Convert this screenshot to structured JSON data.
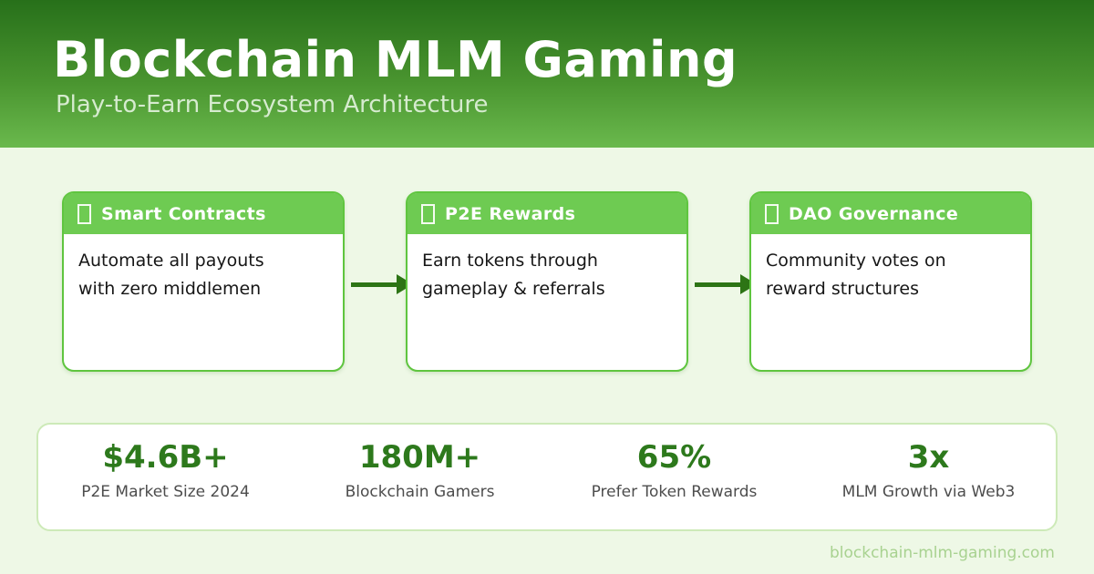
{
  "header": {
    "title": "Blockchain MLM Gaming",
    "subtitle": "Play-to-Earn Ecosystem Architecture"
  },
  "cards": [
    {
      "icon": "missing-glyph-box",
      "title": "Smart Contracts",
      "lines": [
        "Automate all payouts",
        "with zero middlemen"
      ]
    },
    {
      "icon": "missing-glyph-box",
      "title": "P2E Rewards",
      "lines": [
        "Earn tokens through",
        "gameplay & referrals"
      ]
    },
    {
      "icon": "missing-glyph-box",
      "title": "DAO Governance",
      "lines": [
        "Community votes on",
        "reward structures"
      ]
    }
  ],
  "flow": {
    "arrow_count": 2,
    "direction": "left-to-right"
  },
  "stats": [
    {
      "value": "$4.6B+",
      "label": "P2E Market Size 2024"
    },
    {
      "value": "180M+",
      "label": "Blockchain Gamers"
    },
    {
      "value": "65%",
      "label": "Prefer Token Rewards"
    },
    {
      "value": "3x",
      "label": "MLM Growth via Web3"
    }
  ],
  "footer": {
    "domain": "blockchain-mlm-gaming.com"
  },
  "colors": {
    "header_gradient_top": "#27701a",
    "header_gradient_bottom": "#6ab94d",
    "page_background": "#eef8e6",
    "card_header_green": "#6ecb52",
    "card_border_green": "#5fc53f",
    "arrow_green": "#2d7415",
    "stat_value_green": "#2d791c",
    "stat_label_gray": "#4d4d4d",
    "stats_border_light_green": "#cdeab8",
    "footer_text_green": "#a8d290",
    "subtitle_pale_green": "#d6ebcf"
  }
}
